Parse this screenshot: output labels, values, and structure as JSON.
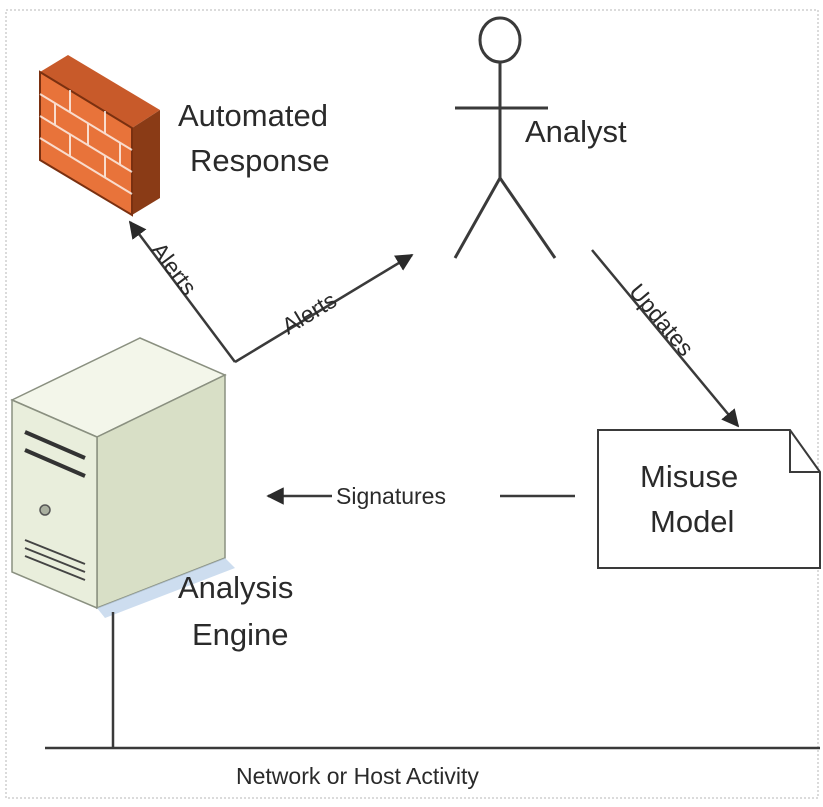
{
  "nodes": {
    "automated_response": {
      "line1": "Automated",
      "line2": "Response",
      "icon": "firewall-icon"
    },
    "analyst": {
      "label": "Analyst",
      "icon": "stick-figure-icon"
    },
    "analysis_engine": {
      "line1": "Analysis",
      "line2": "Engine",
      "icon": "server-tower-icon"
    },
    "misuse_model": {
      "line1": "Misuse",
      "line2": "Model",
      "icon": "document-icon"
    }
  },
  "edges": {
    "alerts_to_response": "Alerts",
    "alerts_to_analyst": "Alerts",
    "updates": "Updates",
    "signatures": "Signatures"
  },
  "bottom": {
    "label": "Network or Host Activity"
  },
  "colors": {
    "firewall": "#e8733a",
    "firewall_dark": "#b24a1c",
    "server_light": "#e9eedc",
    "server_side": "#d8dfc6",
    "line": "#3a3a3a"
  }
}
